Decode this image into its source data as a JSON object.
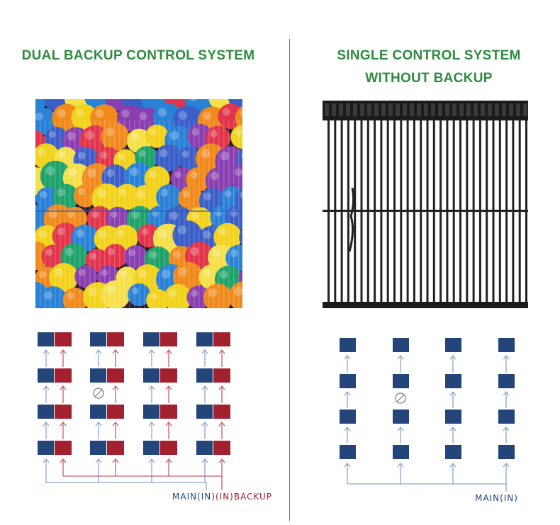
{
  "left": {
    "title": "DUAL BACKUP CONTROL SYSTEM",
    "legend_main": "MAIN(IN)",
    "legend_backup": "(IN)BACKUP"
  },
  "right": {
    "title_line1": "SINGLE CONTROL SYSTEM",
    "title_line2": "WITHOUT BACKUP",
    "legend_main": "MAIN(IN)"
  },
  "colors": {
    "title_green": "#2e8b3d",
    "main_blue": "#23457a",
    "backup_red": "#a3202f",
    "divider": "#4a7fb5"
  },
  "icons": [
    "up-arrow-icon",
    "prohibited-icon"
  ]
}
